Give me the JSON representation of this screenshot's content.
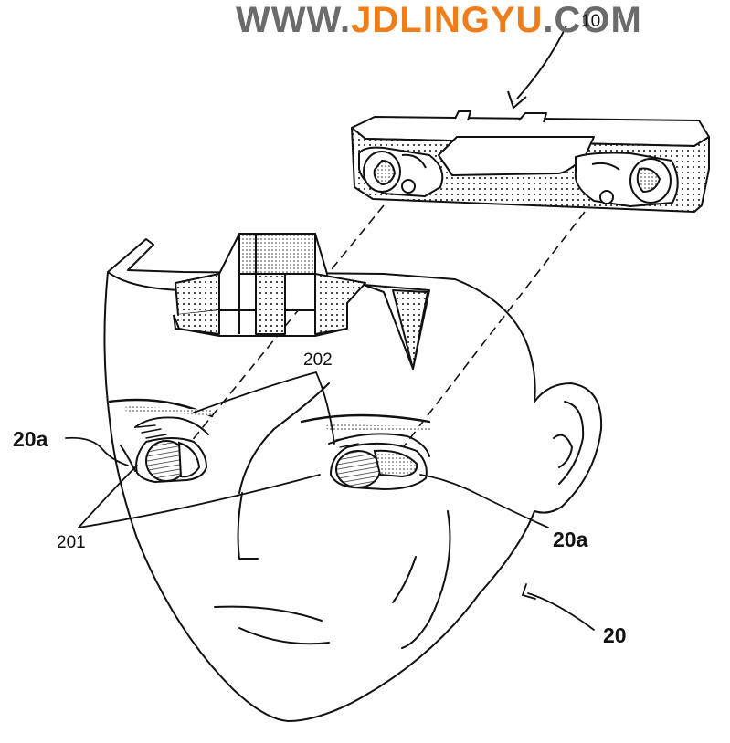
{
  "watermark": {
    "prefix": "WWW.",
    "brand": "JDLINGYU",
    "suffix": ".COM"
  },
  "labels": {
    "device": "10",
    "pupil_left": "20a",
    "pupil_right": "20a",
    "eye_201": "201",
    "eye_202": "202",
    "head": "20"
  },
  "colors": {
    "line": "#111111",
    "watermark_gray": "#6b6b6b",
    "watermark_orange": "#ef7d1a"
  }
}
